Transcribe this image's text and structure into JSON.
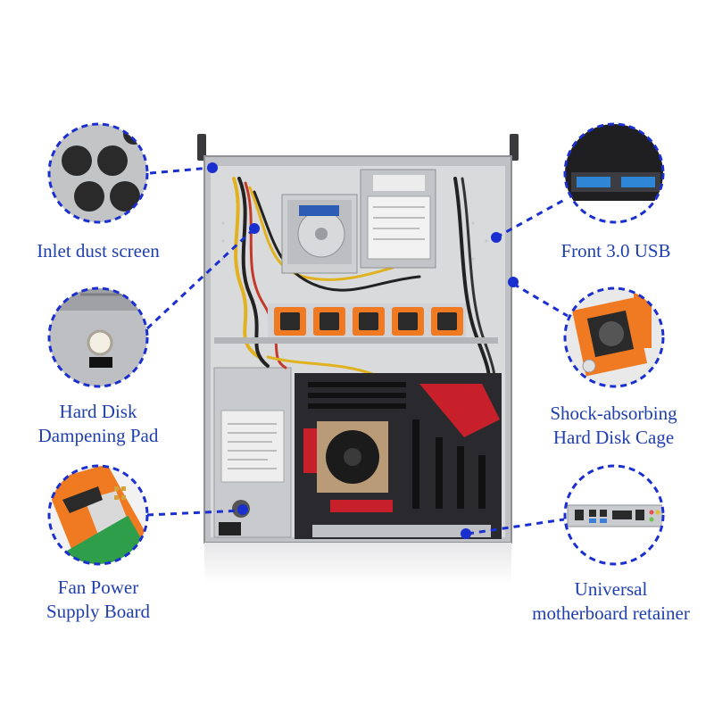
{
  "features": [
    {
      "id": "inlet",
      "lines": [
        "Inlet dust screen"
      ]
    },
    {
      "id": "usb",
      "lines": [
        "Front 3.0 USB"
      ]
    },
    {
      "id": "pad",
      "lines": [
        "Hard Disk",
        "Dampening Pad"
      ]
    },
    {
      "id": "cage",
      "lines": [
        "Shock-absorbing",
        "Hard Disk Cage"
      ]
    },
    {
      "id": "fanboard",
      "lines": [
        "Fan Power",
        "Supply Board"
      ]
    },
    {
      "id": "retainer",
      "lines": [
        "Universal",
        "motherboard retainer"
      ]
    }
  ],
  "colors": {
    "label_text": "#1f3fae",
    "callout_line": "#1a2fd0",
    "circle_border": "#1a2fd0",
    "chassis": "#d9dadc",
    "fan_orange": "#f07a22",
    "motherboard": "#2a2a2e",
    "accent_red": "#c8202a"
  }
}
